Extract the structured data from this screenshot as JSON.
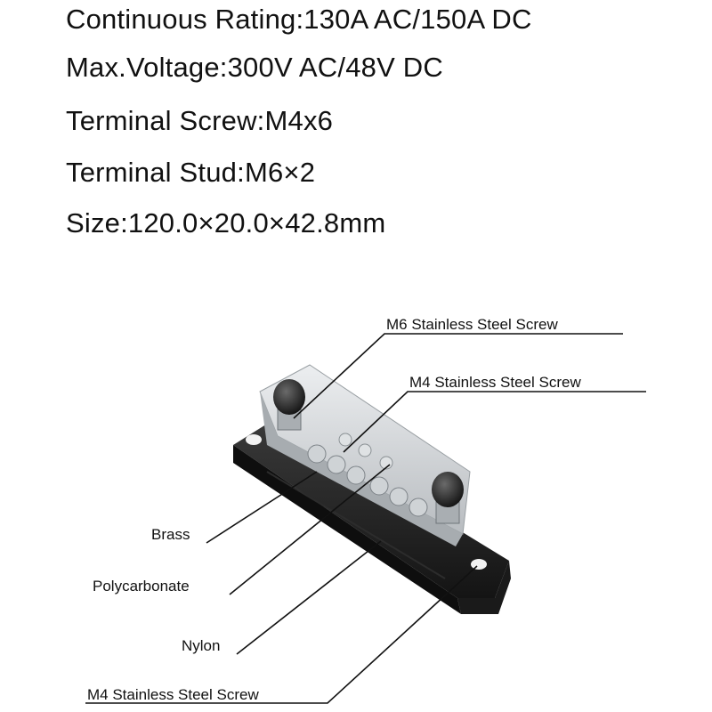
{
  "specs": [
    "Continuous Rating:130A AC/150A DC",
    "Max.Voltage:300V AC/48V DC",
    "Terminal Screw:M4x6",
    "Terminal Stud:M6×2",
    "Size:120.0×20.0×42.8mm"
  ],
  "callouts": {
    "m6_screw": "M6 Stainless Steel Screw",
    "m4_screw_top": "M4 Stainless Steel Screw",
    "brass": "Brass",
    "polycarbonate": "Polycarbonate",
    "nylon": "Nylon",
    "m4_screw_bottom": "M4 Stainless Steel Screw"
  },
  "colors": {
    "text": "#111111",
    "base": "#1f1f1f",
    "cover": "#d6d9dc",
    "brass": "#c9cdd0"
  }
}
